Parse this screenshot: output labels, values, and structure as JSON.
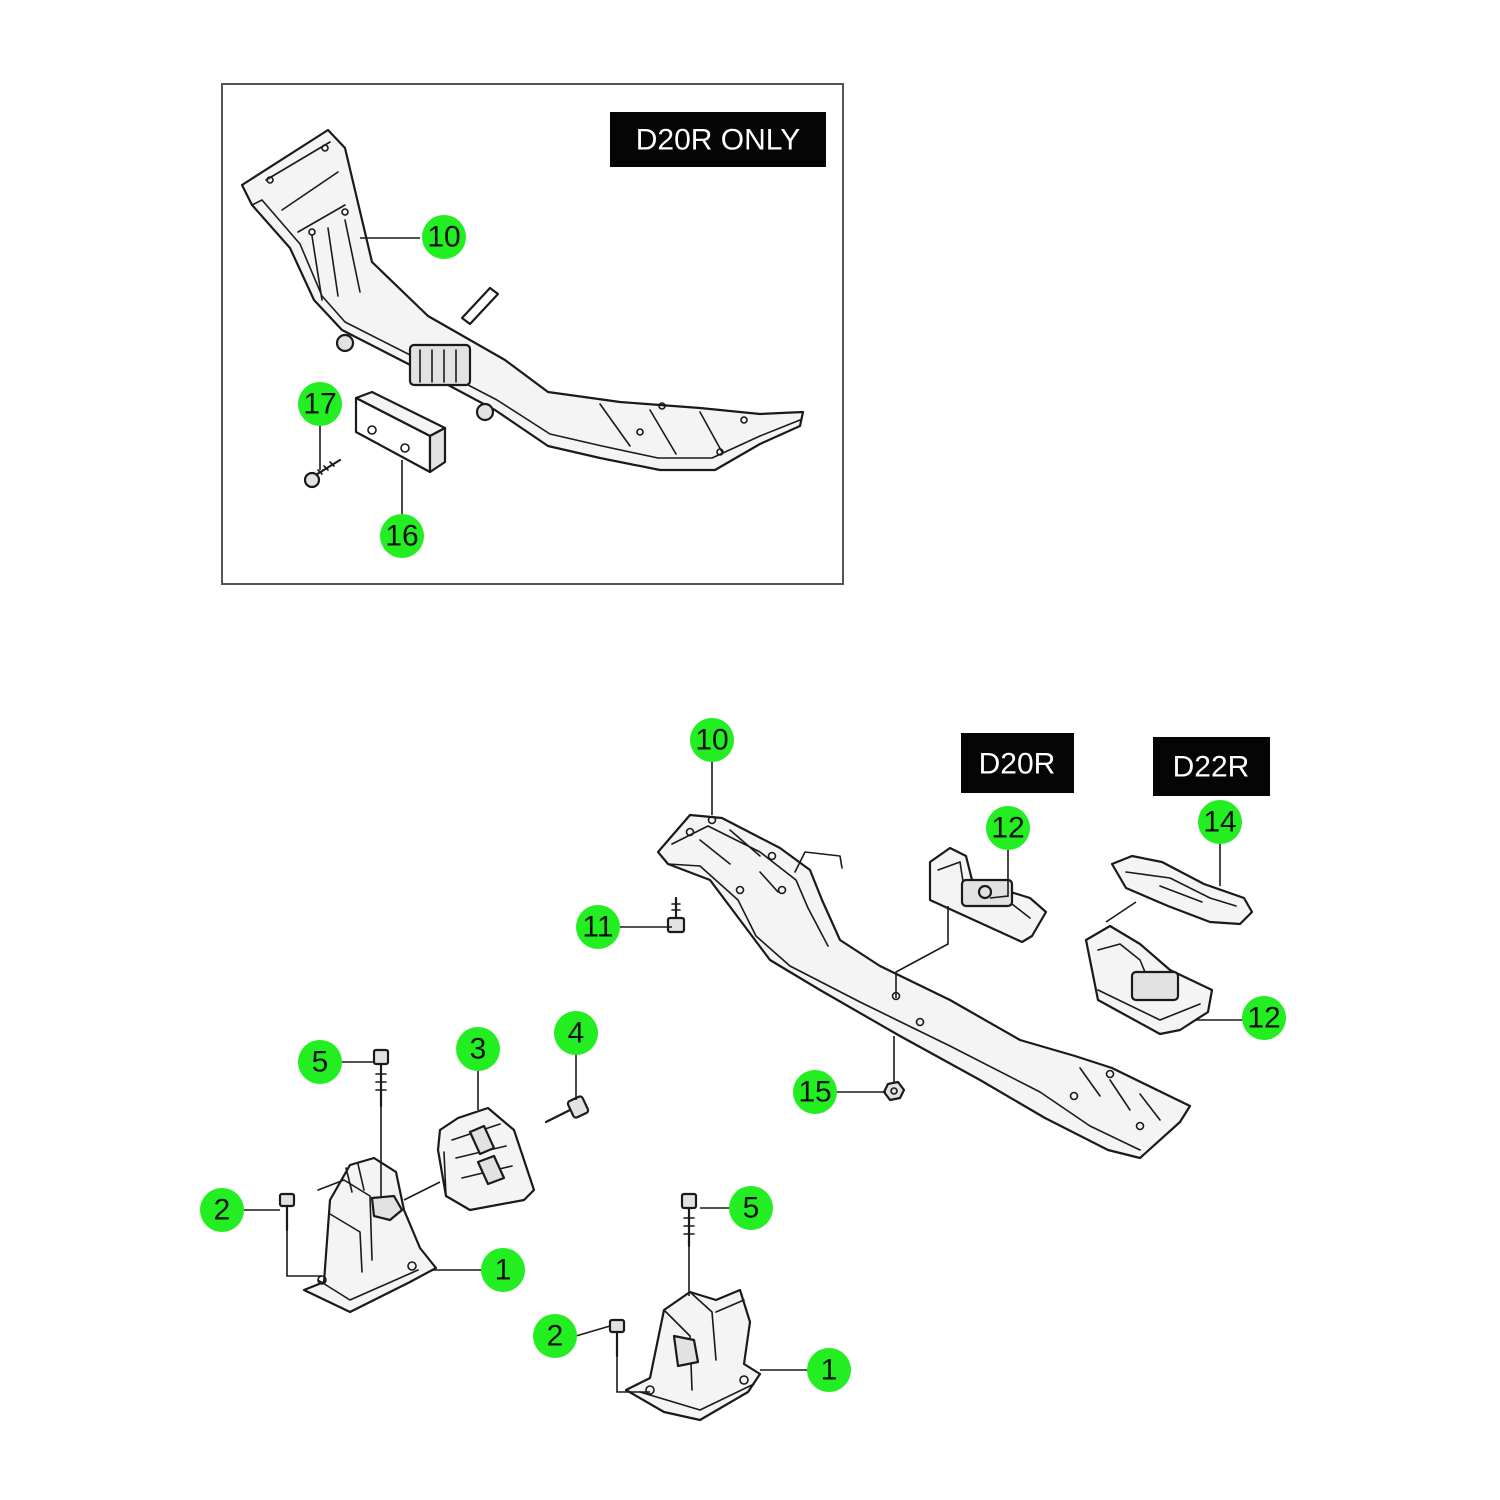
{
  "variant_tags": {
    "inset_tag": "D20R ONLY",
    "d20r": "D20R",
    "d22r": "D22R"
  },
  "callouts": {
    "c10_inset": "10",
    "c17": "17",
    "c16": "16",
    "c10_main": "10",
    "c11": "11",
    "c12_upper": "12",
    "c14": "14",
    "c12_lower": "12",
    "c15": "15",
    "c5_left": "5",
    "c3": "3",
    "c4": "4",
    "c2_left": "2",
    "c1_left": "1",
    "c5_right": "5",
    "c2_right": "2",
    "c1_right": "1"
  },
  "colors": {
    "callout_fill": "#22ee22",
    "tag_fill": "#050505",
    "line": "#1a1a1a"
  }
}
